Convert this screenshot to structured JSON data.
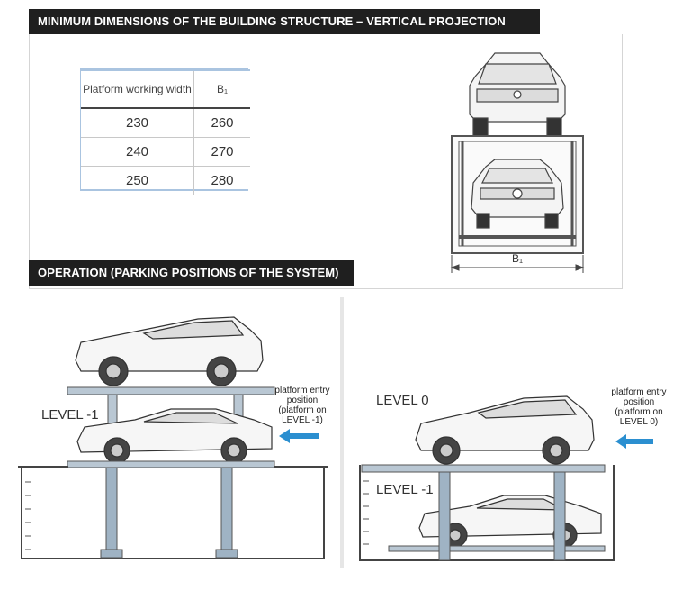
{
  "section1": {
    "title": "MINIMUM DIMENSIONS OF THE BUILDING  STRUCTURE – VERTICAL PROJECTION",
    "table": {
      "headers": [
        "Platform working width",
        "B₁"
      ],
      "rows": [
        [
          "230",
          "260"
        ],
        [
          "240",
          "270"
        ],
        [
          "250",
          "280"
        ]
      ]
    },
    "dimension_label": "B₁"
  },
  "section2": {
    "title": "OPERATION (PARKING POSITIONS OF THE SYSTEM)",
    "left_panel": {
      "level_label": "LEVEL -1",
      "entry_note": [
        "platform entry",
        "position",
        "(platform on",
        "LEVEL -1)"
      ]
    },
    "right_panel": {
      "upper_level_label": "LEVEL 0",
      "lower_level_label": "LEVEL -1",
      "entry_note": [
        "platform entry",
        "position",
        "(platform on",
        "LEVEL 0)"
      ]
    }
  },
  "colors": {
    "banner": "#1f1f1f",
    "arrow": "#2b8fd0",
    "steel": "#9fb3c4"
  }
}
